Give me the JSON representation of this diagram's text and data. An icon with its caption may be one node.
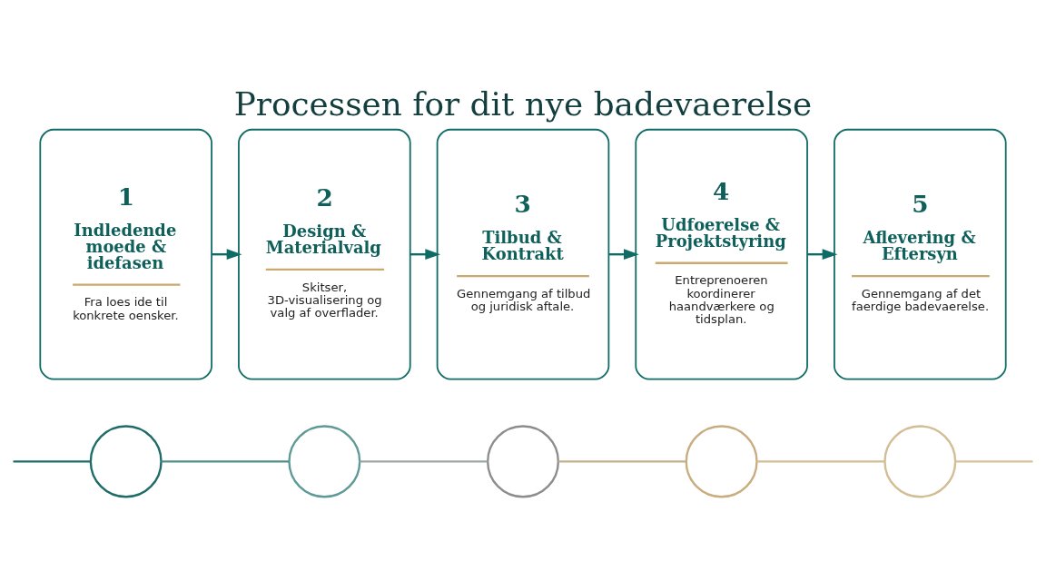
{
  "diagram": {
    "title": "Processen for dit nye badevaerelse",
    "nodes": [
      {
        "text": [
          "1",
          "Indledende moede & idefasen",
          "Fra loes ide til konkrete oensker."
        ]
      },
      {
        "text": [
          "2",
          "Design & Materialvalg",
          "Skitser, 3D-visualisering og valg af overflader."
        ]
      },
      {
        "text": [
          "3",
          "Tilbud & Kontrakt",
          "Gennemgang af tilbud og juridisk aftale."
        ]
      },
      {
        "text": [
          "4",
          "Udfoerelse & Projektstyring",
          "Entreprenoeren koordinerer haandværkere og tidsplan."
        ]
      },
      {
        "text": [
          "5",
          "Aflevering & Eftersyn",
          "Gennemgang af det faerdige badevaerelse."
        ]
      },
      {
        "text": [],
        "shape": "circle"
      },
      {
        "text": [],
        "shape": "circle"
      },
      {
        "text": [],
        "shape": "circle"
      },
      {
        "text": [],
        "shape": "circle"
      },
      {
        "text": [],
        "shape": "circle"
      }
    ],
    "edges": [
      {
        "from": 0,
        "to": 1,
        "arrow": "to",
        "color": "#0f6b66"
      },
      {
        "from": 1,
        "to": 2,
        "arrow": "to",
        "color": "#0f6b66"
      },
      {
        "from": 2,
        "to": 3,
        "arrow": "to",
        "color": "#0f6b66"
      },
      {
        "from": 3,
        "to": 4,
        "arrow": "to",
        "color": "#0f6b66"
      },
      {
        "from": null,
        "to": 5,
        "arrow": "none",
        "color": "#1f6b68"
      },
      {
        "from": 5,
        "to": 6,
        "arrow": "none",
        "color": "#4f8e8b"
      },
      {
        "from": 6,
        "to": 7,
        "arrow": "none",
        "color": "#9aa7a5"
      },
      {
        "from": 7,
        "to": 8,
        "arrow": "none",
        "color": "#c2b08c"
      },
      {
        "from": 8,
        "to": 9,
        "arrow": "none",
        "color": "#d2bd94"
      },
      {
        "from": 9,
        "to": null,
        "arrow": "none",
        "color": "#d6c29a"
      }
    ]
  }
}
